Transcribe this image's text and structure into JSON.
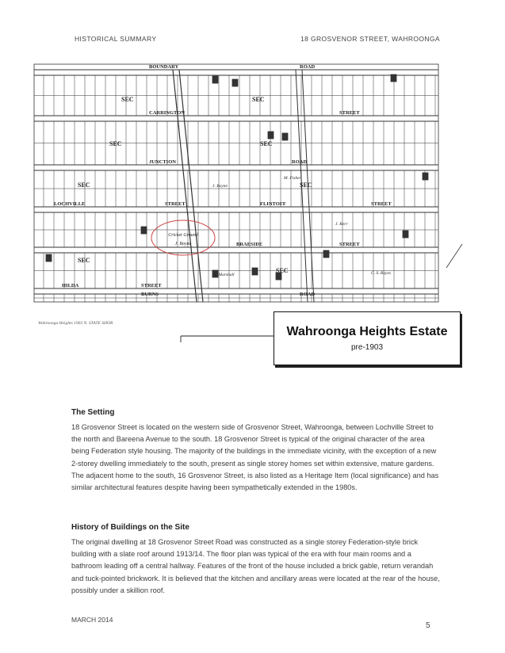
{
  "header": {
    "left": "HISTORICAL SUMMARY",
    "right": "18 GROSVENOR STREET, WAHROONGA"
  },
  "map": {
    "street_labels": [
      "BOUNDARY",
      "ROAD",
      "CARRINGTON",
      "STREET",
      "JUNCTION",
      "ROAD",
      "LOCHVILLE",
      "STREET",
      "FLINTOFF",
      "STREET",
      "BRAESIDE",
      "STREET",
      "HILDA",
      "STREET",
      "BURNS",
      "ROAD"
    ],
    "sec_labels": [
      "SEC",
      "SEC",
      "SEC",
      "SEC",
      "SEC",
      "SEC",
      "SEC",
      "SEC"
    ],
    "owner_labels": [
      "J. Boyne",
      "M. Fisher",
      "J. Kerr",
      "C. S. Rayes",
      "T. Marshall"
    ],
    "circle_labels": [
      "Cricket Ground",
      "J. Boyne"
    ],
    "handwritten_note": "Wahroonga Heights  1903  N. STATE SHOR"
  },
  "caption": {
    "title": "Wahroonga Heights Estate",
    "subtitle": "pre-1903"
  },
  "section1": {
    "heading": "The Setting",
    "paragraph": "18 Grosvenor Street is located on the western side of Grosvenor Street, Wahroonga, between Lochville Street to the north and Bareena Avenue to the south.  18 Grosvenor Street is typical of the original character of the area being Federation style housing.  The majority of the buildings in the immediate vicinity, with the exception of a new 2-storey dwelling immediately to the south, present as single storey homes set within extensive, mature gardens.  The adjacent home to the south, 16 Grosvenor Street, is also listed as a Heritage Item (local significance) and has similar architectural features despite having been sympathetically extended in the 1980s."
  },
  "section2": {
    "heading": "History of Buildings on the Site",
    "paragraph": "The original dwelling at 18 Grosvenor Street Road was constructed as a single storey Federation-style brick building with a slate roof around 1913/14.  The floor plan was typical of the era with four main rooms and a bathroom leading off a central hallway.  Features of the front of the house included a brick gable, return verandah and tuck-pointed brickwork.  It is believed that the kitchen and ancillary areas were located at the rear of the house, possibly under a skillion roof."
  },
  "footer": {
    "date": "MARCH 2014",
    "page": "5"
  }
}
